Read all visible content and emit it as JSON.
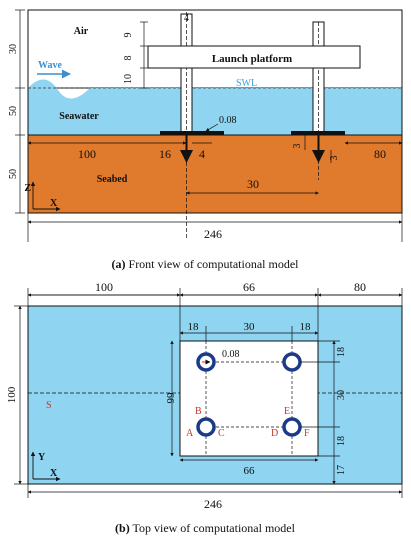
{
  "front": {
    "labels": {
      "air": "Air",
      "wave": "Wave",
      "swl": "SWL",
      "seawater": "Seawater",
      "seabed": "Seabed",
      "platform": "Launch platform",
      "z_axis": "Z",
      "x_axis": "X"
    },
    "dims": {
      "left_air": "30",
      "left_water": "50",
      "left_bed": "50",
      "pile_width": "4",
      "h9": "9",
      "h8": "8",
      "h10": "10",
      "pile_dia": "0.08",
      "w100": "100",
      "w16": "16",
      "w4": "4",
      "w80": "80",
      "w30": "30",
      "h3a": "3",
      "h3b": "3",
      "total": "246"
    },
    "caption_tag": "(a)",
    "caption_text": " Front view of computational model"
  },
  "top": {
    "labels": {
      "s": "S",
      "y_axis": "Y",
      "x_axis": "X",
      "pt_a": "A",
      "pt_b": "B",
      "pt_c": "C",
      "pt_d": "D",
      "pt_e": "E",
      "pt_f": "F"
    },
    "dims": {
      "top100": "100",
      "top66": "66",
      "top80": "80",
      "s18a": "18",
      "s30": "30",
      "s18b": "18",
      "dia": "0.08",
      "left100": "100",
      "h66": "66",
      "r18a": "18",
      "r30": "30",
      "r18b": "18",
      "r17": "17",
      "b66": "66",
      "total": "246"
    },
    "caption_tag": "(b)",
    "caption_text": " Top view of computational model"
  },
  "colors": {
    "air": "#ffffff",
    "water": "#8fd4f0",
    "seabed": "#e07a2c",
    "swl_label": "#3aa0d8",
    "wave_label": "#3a8fd0",
    "point_label": "#c0392b",
    "pile_ring": "#1b3a8a"
  }
}
